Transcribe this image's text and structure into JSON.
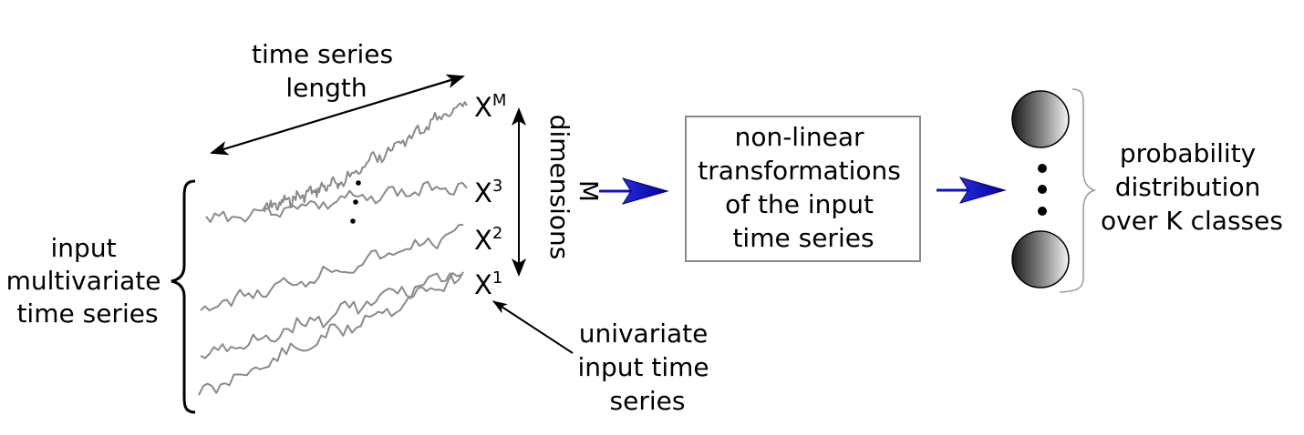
{
  "left_label": [
    "input",
    "multivariate",
    "time series"
  ],
  "length_label": [
    "time series",
    "length"
  ],
  "dimensions_label": [
    "M",
    "dimensions"
  ],
  "univariate_label": [
    "univariate",
    "input time",
    "series"
  ],
  "series_labels": [
    {
      "base": "X",
      "sup": "M"
    },
    {
      "base": "X",
      "sup": "3"
    },
    {
      "base": "X",
      "sup": "2"
    },
    {
      "base": "X",
      "sup": "1"
    }
  ],
  "transform_box": [
    "non-linear",
    "transformations",
    "of the input",
    "time series"
  ],
  "output_label": [
    "probability",
    "distribution",
    "over K classes"
  ],
  "colors": {
    "series_line": "#8a8a8a",
    "flow_arrow": "#1010c8",
    "box_border": "#888888",
    "brace_output": "#999999"
  }
}
